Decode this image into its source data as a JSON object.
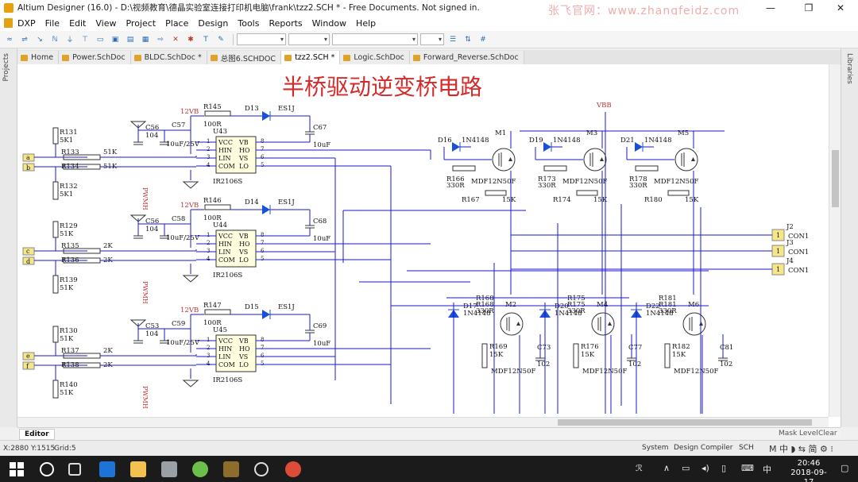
{
  "window": {
    "title": "Altium Designer (16.0) - D:\\视频教育\\德晶实验室连接打印机电脑\\frank\\tzz2.SCH * - Free Documents. Not signed in.",
    "watermark": "张飞官网：www.zhangfeidz.com",
    "controls": {
      "minimize": "—",
      "maximize": "❐",
      "close": "✕"
    }
  },
  "menubar": {
    "items": [
      "DXP",
      "File",
      "Edit",
      "View",
      "Project",
      "Place",
      "Design",
      "Tools",
      "Reports",
      "Window",
      "Help"
    ]
  },
  "side_panels": {
    "left": "Projects",
    "right": "Libraries"
  },
  "doc_tabs": [
    {
      "label": "Home",
      "active": false
    },
    {
      "label": "Power.SchDoc",
      "active": false
    },
    {
      "label": "BLDC.SchDoc *",
      "active": false
    },
    {
      "label": "总图6.SCHDOC",
      "active": false
    },
    {
      "label": "tzz2.SCH *",
      "active": true
    },
    {
      "label": "Logic.SchDoc",
      "active": false
    },
    {
      "label": "Forward_Reverse.SchDoc",
      "active": false
    }
  ],
  "schematic": {
    "title": "半桥驱动逆变桥电路",
    "vbb_label": "VBB",
    "driver_blocks": [
      {
        "rail": "12VB",
        "ref": "U43",
        "part": "IR2106S",
        "r_boot": "R145",
        "r_boot_val": "100R",
        "diode": "D13",
        "diode_part": "ES1J",
        "cap_in": "C56",
        "cap_in_val": "104",
        "cap_el": "C57",
        "cap_el_val": "10uF/25V",
        "cap_boot": "C67",
        "cap_boot_val": "10uF",
        "in_res_top": "R133",
        "in_res_bot": "R134",
        "in_res_val": "51K",
        "pull_res": [
          "R131",
          "R132"
        ],
        "pull_val": "5K1",
        "net": "PWMH",
        "pins": [
          "a",
          "b"
        ]
      },
      {
        "rail": "12VB",
        "ref": "U44",
        "part": "IR2106S",
        "r_boot": "R146",
        "r_boot_val": "100R",
        "diode": "D14",
        "diode_part": "ES1J",
        "cap_in": "C56",
        "cap_in_val": "104",
        "cap_el": "C58",
        "cap_el_val": "10uF/25V",
        "cap_boot": "C68",
        "cap_boot_val": "10uF",
        "in_res_top": "R135",
        "in_res_bot": "R136",
        "in_res_val": "2K",
        "pull_res": [
          "R129",
          "R139"
        ],
        "pull_val": "51K",
        "net": "PWMH",
        "pins": [
          "c",
          "d"
        ]
      },
      {
        "rail": "12VB",
        "ref": "U45",
        "part": "IR2106S",
        "r_boot": "R147",
        "r_boot_val": "100R",
        "diode": "D15",
        "diode_part": "ES1J",
        "cap_in": "C53",
        "cap_in_val": "104",
        "cap_el": "C59",
        "cap_el_val": "10uF/25V",
        "cap_boot": "C69",
        "cap_boot_val": "10uF",
        "in_res_top": "R137",
        "in_res_bot": "R138",
        "in_res_val": "2K",
        "pull_res": [
          "R130",
          "R140"
        ],
        "pull_val": "51K",
        "net": "PWMH",
        "pins": [
          "e",
          "f"
        ]
      }
    ],
    "ic_pins": [
      "VCC",
      "VB",
      "HIN",
      "HO",
      "LIN",
      "VS",
      "COM",
      "LO"
    ],
    "ic_pin_nums": [
      "1",
      "8",
      "2",
      "7",
      "3",
      "6",
      "4",
      "5"
    ],
    "high_side": [
      {
        "diode": "D16",
        "diode_part": "1N4148",
        "mos": "M1",
        "mos_part": "MDF12N50F",
        "rg": "R166",
        "rg_val": "330R",
        "rp": "R167",
        "rp_val": "15K"
      },
      {
        "diode": "D19",
        "diode_part": "1N4148",
        "mos": "M3",
        "mos_part": "MDF12N50F",
        "rg": "R173",
        "rg_val": "330R",
        "rp": "R174",
        "rp_val": "15K"
      },
      {
        "diode": "D21",
        "diode_part": "1N4148",
        "mos": "M5",
        "mos_part": "MDF12N50F",
        "rg": "R178",
        "rg_val": "330R",
        "rp": "R180",
        "rp_val": "15K"
      }
    ],
    "low_side": [
      {
        "diode": "D17",
        "diode_part": "1N4148",
        "mos": "M2",
        "mos_part": "MDF12N50F",
        "rg": "R168",
        "rg_val": "330R",
        "rp": "R169",
        "rp_val": "15K",
        "cap": "C73",
        "cap_val": "102"
      },
      {
        "diode": "D20",
        "diode_part": "1N4148",
        "mos": "M4",
        "mos_part": "MDF12N50F",
        "rg": "R175",
        "rg_val": "330R",
        "rp": "R176",
        "rp_val": "15K",
        "cap": "C77",
        "cap_val": "102"
      },
      {
        "diode": "D22",
        "diode_part": "1N4148",
        "mos": "M6",
        "mos_part": "MDF12N50F",
        "rg": "R181",
        "rg_val": "330R",
        "rp": "R182",
        "rp_val": "15K",
        "cap": "C81",
        "cap_val": "102"
      }
    ],
    "connectors": [
      {
        "ref": "J2",
        "pin": "1",
        "net": "CON1"
      },
      {
        "ref": "J3",
        "pin": "1",
        "net": "CON1"
      },
      {
        "ref": "J4",
        "pin": "1",
        "net": "CON1"
      }
    ]
  },
  "editor_bar": {
    "tab": "Editor",
    "mask_level": "Mask Level",
    "clear": "Clear"
  },
  "statusbar": {
    "coords": "X:2880 Y:1515",
    "grid": "Grid:5",
    "buttons": [
      "System",
      "Design Compiler",
      "SCH"
    ],
    "ime": "M 中 ◗ ⇆ 简 ⚙ ⁝"
  },
  "taskbar": {
    "time": "20:46",
    "date": "2018-09-17",
    "ime": "中"
  }
}
